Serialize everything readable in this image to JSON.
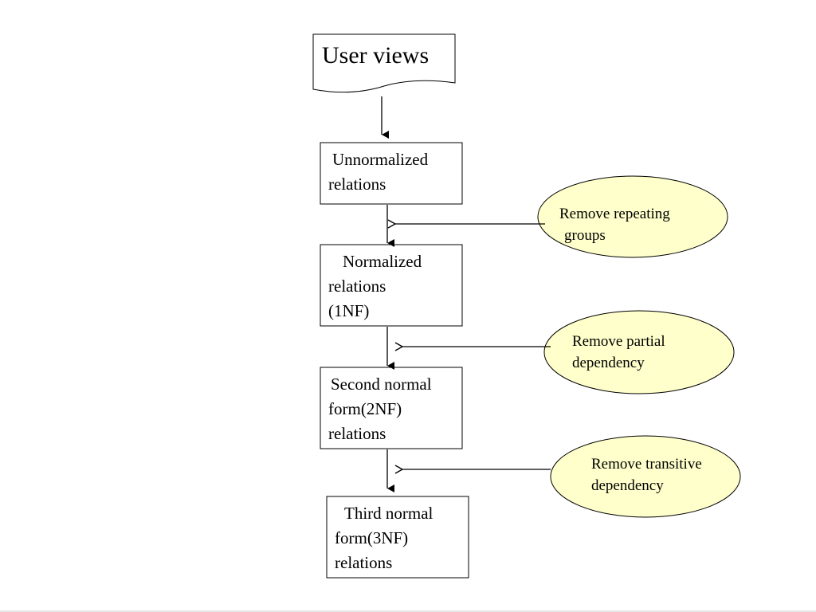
{
  "diagram": {
    "source_doc": {
      "label": "User views"
    },
    "steps": [
      {
        "lines": [
          "Unnormalized",
          "relations"
        ]
      },
      {
        "lines": [
          "Normalized",
          "relations",
          "(1NF)"
        ]
      },
      {
        "lines": [
          "Second normal",
          "form(2NF)",
          "relations"
        ]
      },
      {
        "lines": [
          "Third normal",
          "form(3NF)",
          "relations"
        ]
      }
    ],
    "actions": [
      {
        "lines": [
          "Remove repeating",
          "groups"
        ]
      },
      {
        "lines": [
          "Remove partial",
          "dependency"
        ]
      },
      {
        "lines": [
          "Remove transitive",
          "dependency"
        ]
      }
    ],
    "colors": {
      "action_fill": "#ffffcc",
      "stroke": "#000000",
      "background": "#ffffff"
    }
  }
}
